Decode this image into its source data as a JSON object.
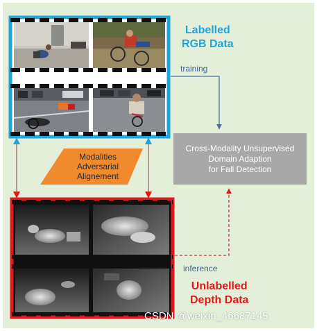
{
  "diagram": {
    "rgb_title_line1": "Labelled",
    "rgb_title_line2": "RGB Data",
    "depth_title_line1": "Unlabelled",
    "depth_title_line2": "Depth Data",
    "training_label": "training",
    "inference_label": "inference",
    "method_box_line1": "Cross-Modality Unsupervised",
    "method_box_line2": "Domain Adaption",
    "method_box_line3": "for Fall Detection",
    "adversarial_line1": "Modalities",
    "adversarial_line2": "Adversarial",
    "adversarial_line3": "Alignement"
  },
  "watermark": "CSDN @weixin_46687145",
  "colors": {
    "background": "#e3efd8",
    "rgb_frame": "#1fa5dd",
    "depth_frame": "#e0191c",
    "method_box": "#a8a8a8",
    "adversarial_shape": "#f08a2c",
    "edge_text": "#3a5f96"
  }
}
